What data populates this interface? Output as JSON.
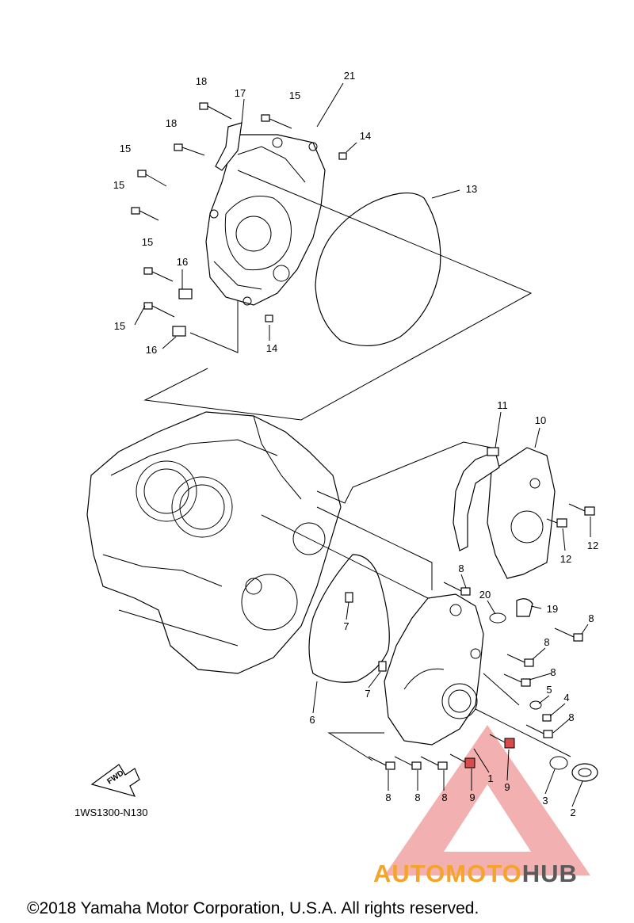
{
  "diagram": {
    "code": "1WS1300-N130",
    "fwd_label": "FWD",
    "copyright": "©2018 Yamaha Motor Corporation, U.S.A. All rights reserved.",
    "watermark": {
      "part1": "AUTO",
      "part2": "MOTO",
      "part3": "HUB",
      "color_orange": "#f4a42b",
      "color_gray": "#5a5a5a",
      "color_red": "#e05050"
    },
    "callouts": [
      {
        "id": "c18a",
        "label": "18"
      },
      {
        "id": "c17",
        "label": "17"
      },
      {
        "id": "c15a",
        "label": "15"
      },
      {
        "id": "c21",
        "label": "21"
      },
      {
        "id": "c18b",
        "label": "18"
      },
      {
        "id": "c14a",
        "label": "14"
      },
      {
        "id": "c15b",
        "label": "15"
      },
      {
        "id": "c13",
        "label": "13"
      },
      {
        "id": "c15c",
        "label": "15"
      },
      {
        "id": "c15d",
        "label": "15"
      },
      {
        "id": "c16a",
        "label": "16"
      },
      {
        "id": "c15e",
        "label": "15"
      },
      {
        "id": "c14b",
        "label": "14"
      },
      {
        "id": "c16b",
        "label": "16"
      },
      {
        "id": "c11",
        "label": "11"
      },
      {
        "id": "c10",
        "label": "10"
      },
      {
        "id": "c12a",
        "label": "12"
      },
      {
        "id": "c12b",
        "label": "12"
      },
      {
        "id": "c8a",
        "label": "8"
      },
      {
        "id": "c20",
        "label": "20"
      },
      {
        "id": "c19",
        "label": "19"
      },
      {
        "id": "c8b",
        "label": "8"
      },
      {
        "id": "c7a",
        "label": "7"
      },
      {
        "id": "c8c",
        "label": "8"
      },
      {
        "id": "c8d",
        "label": "8"
      },
      {
        "id": "c7b",
        "label": "7"
      },
      {
        "id": "c5",
        "label": "5"
      },
      {
        "id": "c4",
        "label": "4"
      },
      {
        "id": "c6",
        "label": "6"
      },
      {
        "id": "c8e",
        "label": "8"
      },
      {
        "id": "c1",
        "label": "1"
      },
      {
        "id": "c9a",
        "label": "9"
      },
      {
        "id": "c9b",
        "label": "9"
      },
      {
        "id": "c3",
        "label": "3"
      },
      {
        "id": "c2",
        "label": "2"
      },
      {
        "id": "c8f",
        "label": "8"
      },
      {
        "id": "c8g",
        "label": "8"
      },
      {
        "id": "c8h",
        "label": "8"
      }
    ]
  }
}
